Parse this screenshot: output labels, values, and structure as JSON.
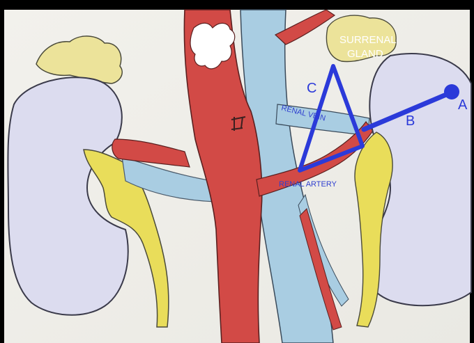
{
  "labels": {
    "gland_line1": "SURRENAL",
    "gland_line2": "GLAND",
    "renal_vein": "RENAL VEIN",
    "renal_artery": "RENAL ARTERY",
    "point_a": "A",
    "point_b": "B",
    "point_c": "C"
  },
  "colors": {
    "paper": "#f4f3ee",
    "frame": "#000000",
    "kidney": "#dcdcef",
    "ureter": "#e9dd5a",
    "artery": "#d24a46",
    "vein": "#a9cde2",
    "gland": "#ece39a",
    "annotation_blue": "#2b3ad9",
    "label_white": "#ffffff"
  }
}
